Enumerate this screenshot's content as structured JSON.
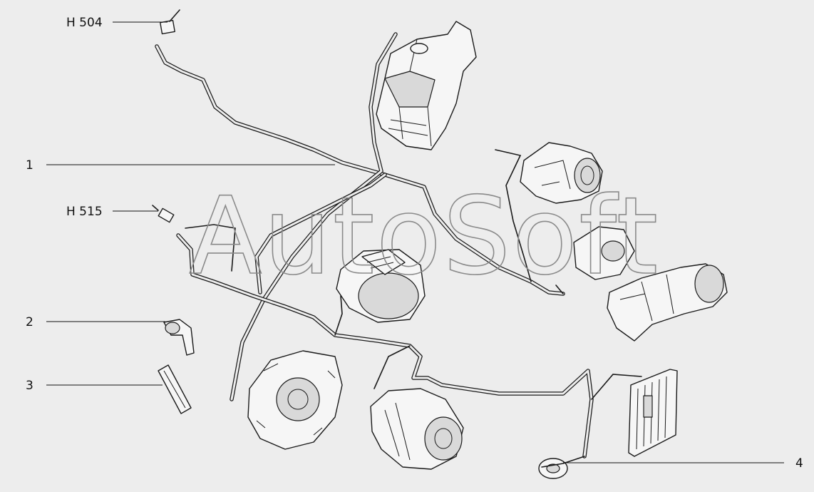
{
  "watermark": "AutoSoft",
  "callouts": [
    {
      "id": "h504",
      "label": "H 504"
    },
    {
      "id": "one",
      "label": "1"
    },
    {
      "id": "h515",
      "label": "H 515"
    },
    {
      "id": "two",
      "label": "2"
    },
    {
      "id": "three",
      "label": "3"
    },
    {
      "id": "four",
      "label": "4"
    }
  ]
}
